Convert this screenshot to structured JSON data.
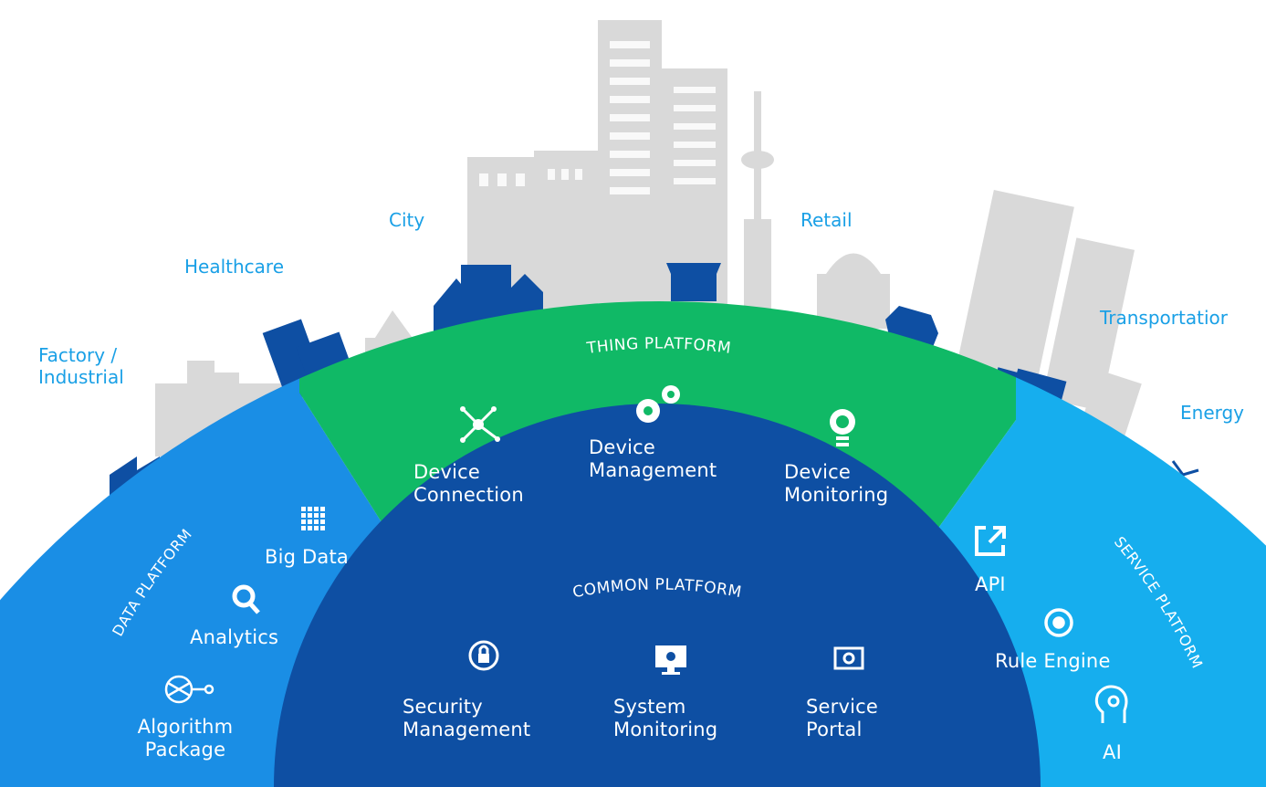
{
  "categories": {
    "factory": [
      "Factory /",
      "Industrial"
    ],
    "healthcare": "Healthcare",
    "city": "City",
    "retail": "Retail",
    "transportation": "Transportatior",
    "energy": "Energy"
  },
  "platforms": {
    "thing": {
      "title": "THING PLATFORM",
      "color": "#10b966",
      "items": [
        {
          "icon": "network-node-icon",
          "lines": [
            "Device",
            "Connection"
          ]
        },
        {
          "icon": "gears-icon",
          "lines": [
            "Device",
            "Management"
          ]
        },
        {
          "icon": "lightbulb-icon",
          "lines": [
            "Device",
            "Monitoring"
          ]
        }
      ]
    },
    "data": {
      "title": "DATA PLATFORM",
      "color": "#1a8ee5",
      "items": [
        {
          "icon": "big-data-grid-icon",
          "lines": [
            "Big Data"
          ]
        },
        {
          "icon": "magnifier-icon",
          "lines": [
            "Analytics"
          ]
        },
        {
          "icon": "algorithm-network-icon",
          "lines": [
            "Algorithm",
            "Package"
          ]
        }
      ]
    },
    "common": {
      "title": "COMMON PLATFORM",
      "color": "#0e4fa3",
      "items": [
        {
          "icon": "security-lock-icon",
          "lines": [
            "Security",
            "Management"
          ]
        },
        {
          "icon": "system-monitor-icon",
          "lines": [
            "System",
            "Monitoring"
          ]
        },
        {
          "icon": "service-portal-icon",
          "lines": [
            "Service",
            "Portal"
          ]
        }
      ]
    },
    "service": {
      "title": "SERVICE PLATFORM",
      "color": "#16aeee",
      "items": [
        {
          "icon": "api-export-icon",
          "lines": [
            "API"
          ]
        },
        {
          "icon": "rule-engine-cycle-icon",
          "lines": [
            "Rule Engine"
          ]
        },
        {
          "icon": "ai-head-icon",
          "lines": [
            "AI"
          ]
        }
      ]
    }
  },
  "colors": {
    "skyline_gray": "#d9d9d9",
    "icon_dark_blue": "#0e4fa3",
    "category_text": "#1aa0e6"
  }
}
